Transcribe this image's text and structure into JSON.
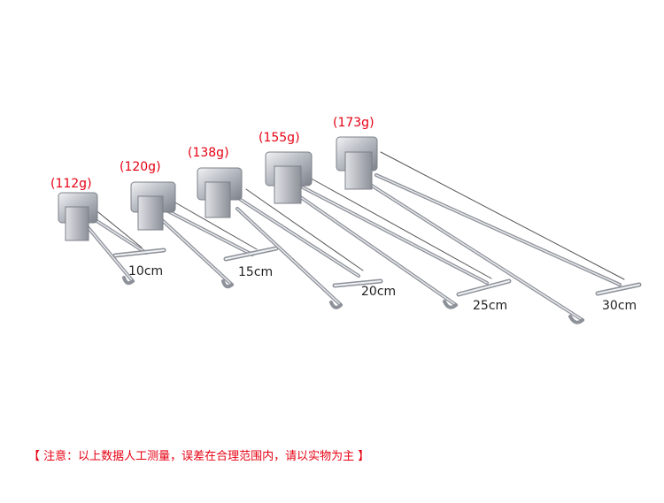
{
  "colors": {
    "accent_red": "#e60012",
    "text_dark": "#222222",
    "metal": "#a9adb4"
  },
  "hooks": [
    {
      "id": "10",
      "weight": "(112g)",
      "length": "10cm"
    },
    {
      "id": "15",
      "weight": "(120g)",
      "length": "15cm"
    },
    {
      "id": "20",
      "weight": "(138g)",
      "length": "20cm"
    },
    {
      "id": "25",
      "weight": "(155g)",
      "length": "25cm"
    },
    {
      "id": "30",
      "weight": "(173g)",
      "length": "30cm"
    }
  ],
  "note": "【 注意：以上数据人工测量，误差在合理范围内，请以实物为主 】"
}
